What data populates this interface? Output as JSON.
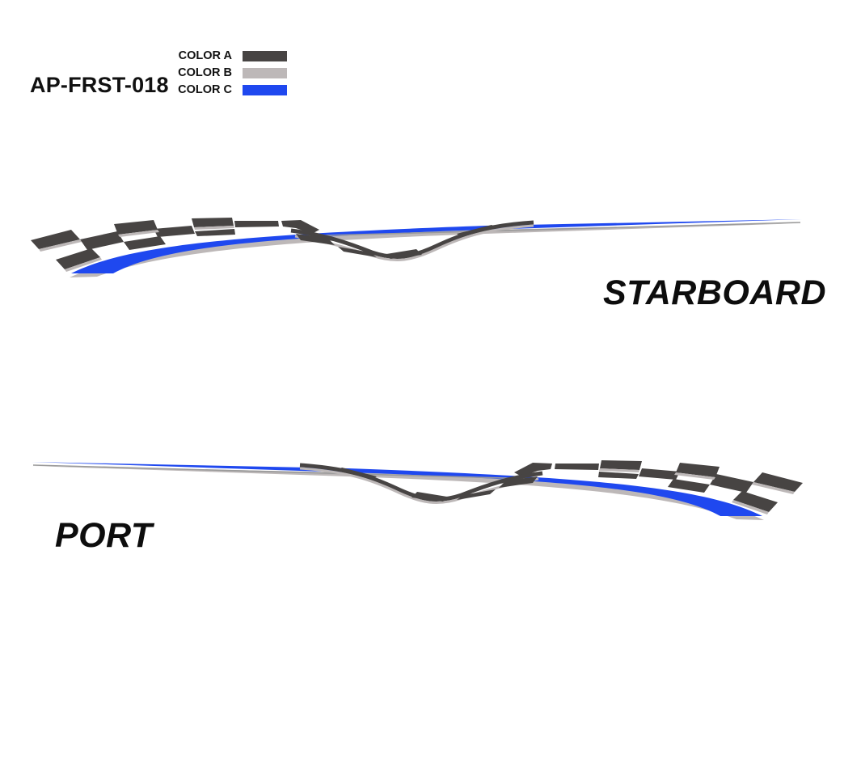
{
  "product_code": "AP-FRST-018",
  "legend": [
    {
      "label": "COLOR A",
      "color": "#474443"
    },
    {
      "label": "COLOR B",
      "color": "#bdb8b8"
    },
    {
      "label": "COLOR C",
      "color": "#1f48ef"
    }
  ],
  "views": {
    "starboard": {
      "label": "STARBOARD"
    },
    "port": {
      "label": "PORT"
    }
  }
}
